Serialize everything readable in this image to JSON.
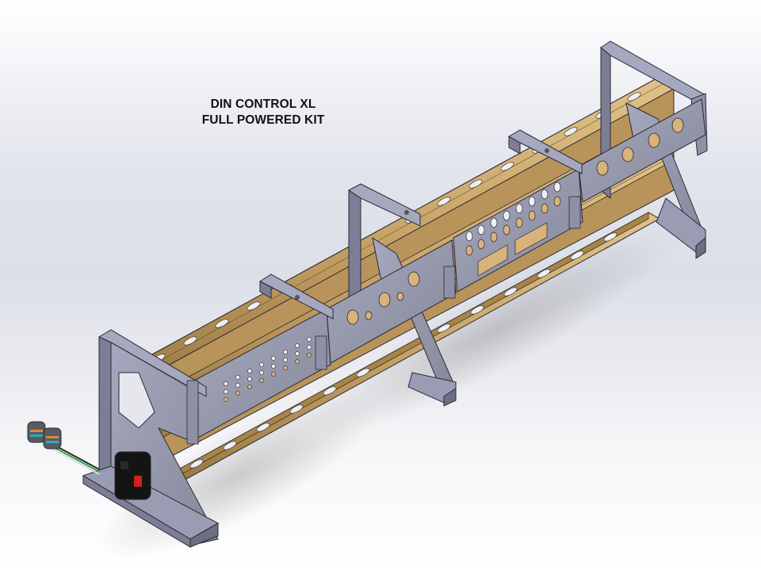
{
  "label": {
    "line1": "DIN CONTROL XL",
    "line2": "FULL POWERED KIT"
  },
  "render": {
    "subject": "DIN rail control rack assembly",
    "colors": {
      "frame_steel": "#8e90a8",
      "frame_steel_light": "#a8aac0",
      "frame_steel_dark": "#6c6e86",
      "din_rail": "#c9a468",
      "din_rail_dark": "#8a6a38",
      "outline": "#2a2a34",
      "power_inlet": "#141414",
      "rocker_switch": "#d42020",
      "wire_green": "#2fa84a",
      "connector_orange": "#e08a2a",
      "connector_teal": "#2ab0b0"
    },
    "components": [
      "left-end-support-with-power-inlet",
      "center-support-stand",
      "right-end-support",
      "upper-din-rails",
      "lower-din-rail",
      "perforated-front-panels",
      "top-cross-brackets",
      "wire-harness-connectors"
    ]
  }
}
